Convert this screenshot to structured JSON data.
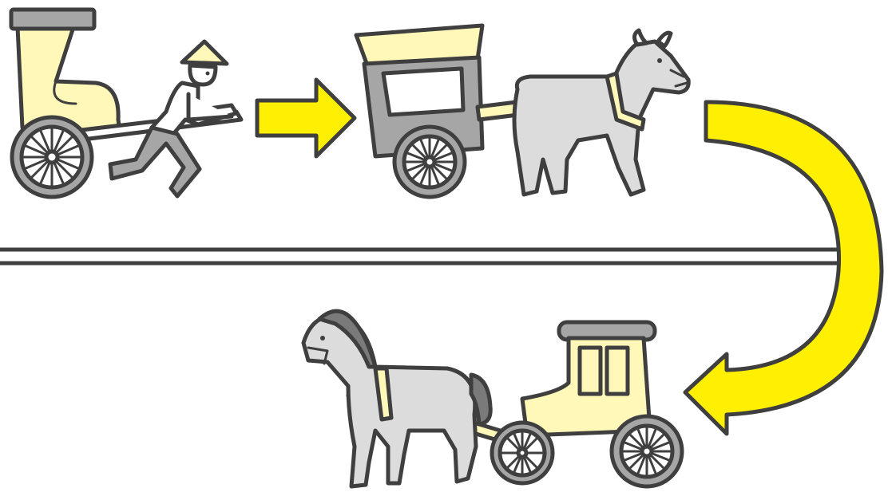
{
  "diagram": {
    "stages": [
      {
        "name": "rickshaw",
        "icon": "rickshaw-icon"
      },
      {
        "name": "ox-cart",
        "icon": "ox-cart-icon"
      },
      {
        "name": "horse-carriage",
        "icon": "horse-carriage-icon"
      }
    ],
    "arrows": [
      {
        "from": "rickshaw",
        "to": "ox-cart",
        "icon": "arrow-right-icon"
      },
      {
        "from": "ox-cart",
        "to": "horse-carriage",
        "icon": "curved-arrow-icon"
      }
    ],
    "divider": "double-line"
  },
  "colors": {
    "outline": "#3f3f3f",
    "body_cream": "#fff8b8",
    "arrow_yellow": "#ffef00",
    "roof_gray": "#a6a6a6",
    "animal_gray": "#dcdcdc",
    "background": "#ffffff"
  }
}
